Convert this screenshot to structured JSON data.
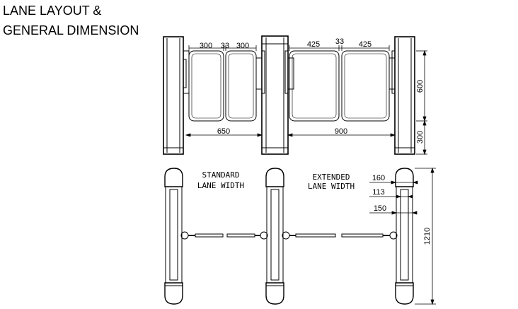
{
  "title": {
    "line1": "LANE LAYOUT &",
    "line2": "GENERAL DIMENSION"
  },
  "elevation_dims": {
    "std_panel_left": "300",
    "std_gap": "33",
    "std_panel_right": "300",
    "ext_panel_left": "425",
    "ext_gap": "33",
    "ext_panel_right": "425",
    "panel_height": "600",
    "base_height": "300",
    "std_lane": "650",
    "ext_lane": "900"
  },
  "plan_labels": {
    "standard": {
      "line1": "STANDARD",
      "line2": "LANE WIDTH"
    },
    "extended": {
      "line1": "EXTENDED",
      "line2": "LANE WIDTH"
    }
  },
  "plan_dims": {
    "cabinet_width": "160",
    "inner_width": "113",
    "body_width": "150",
    "cabinet_length": "1210"
  }
}
